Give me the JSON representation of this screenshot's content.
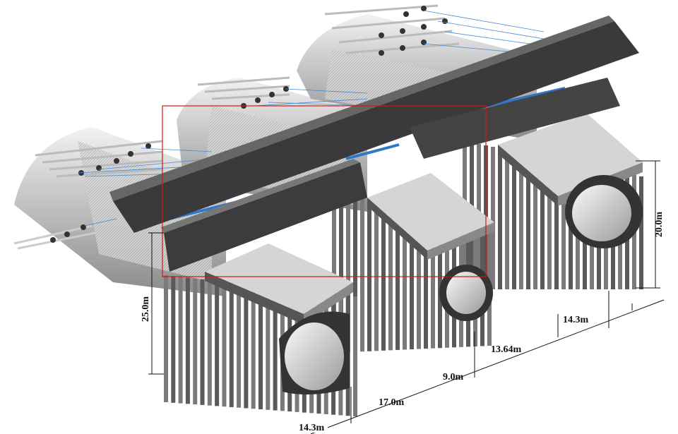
{
  "diagram": {
    "dimensions": {
      "pier_height_front": "25.0m",
      "pier_height_back": "20.0m",
      "span_a": "14.3m",
      "span_b": "17.0m",
      "span_c": "9.0m",
      "span_d": "13.64m",
      "span_e": "14.3m"
    },
    "colors": {
      "highlight_box": "#d01818",
      "pipe": "#2f78c8",
      "concrete_dark": "#3a3a3c",
      "concrete_light": "#cfcfcf"
    }
  }
}
